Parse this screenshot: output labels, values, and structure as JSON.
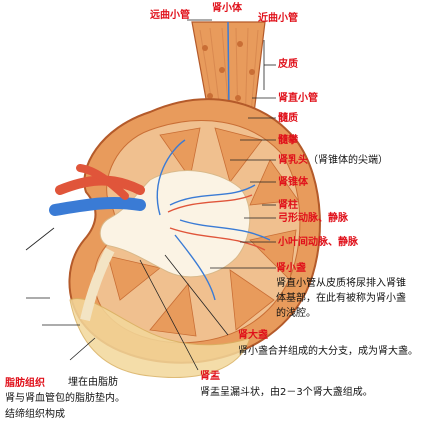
{
  "colors": {
    "label_red": "#e0101a",
    "text_black": "#111111",
    "cortex": "#e89b5c",
    "cortex_dark": "#c96e35",
    "fat": "#f3d89b",
    "pelvis": "#fbf3e4",
    "vein": "#3a7bd5",
    "artery": "#e0553a",
    "medulla_stripe": "#d98950",
    "capsule": "#b45a2a"
  },
  "labels": {
    "distal_tubule": "远曲小管",
    "renal_corpuscle": "肾小体",
    "proximal_tubule": "近曲小管",
    "cortex": "皮质",
    "straight_tubule": "肾直小管",
    "medulla": "髓质",
    "medullary_ray": "髓攀",
    "renal_papilla": "肾乳头",
    "renal_papilla_note": "（肾锥体的尖端）",
    "renal_pyramid": "肾锥体",
    "renal_column": "肾柱",
    "arcuate_vessels": "弓形动脉、静脉",
    "interlobular_vessels": "小叶间动脉、静脉",
    "minor_calyx": "肾小盏",
    "minor_calyx_note_1": "肾直小管从皮质将尿排入肾锥",
    "minor_calyx_note_2": "体基部，在此有被称为肾小盏",
    "minor_calyx_note_3": "的浅腔。",
    "major_calyx": "肾大盏",
    "major_calyx_note": "肾小盏合并组成的大分支，成为肾大盏。",
    "renal_pelvis": "肾盂",
    "renal_pelvis_note": "肾盂呈漏斗状，由2－3个肾大盏组成。",
    "adipose_tissue": "脂肪组织",
    "adipose_note_1": "埋在由脂肪",
    "adipose_note_2": "肾与肾血管包的脂肪垫内。",
    "adipose_note_3": "结缔组织构成"
  }
}
